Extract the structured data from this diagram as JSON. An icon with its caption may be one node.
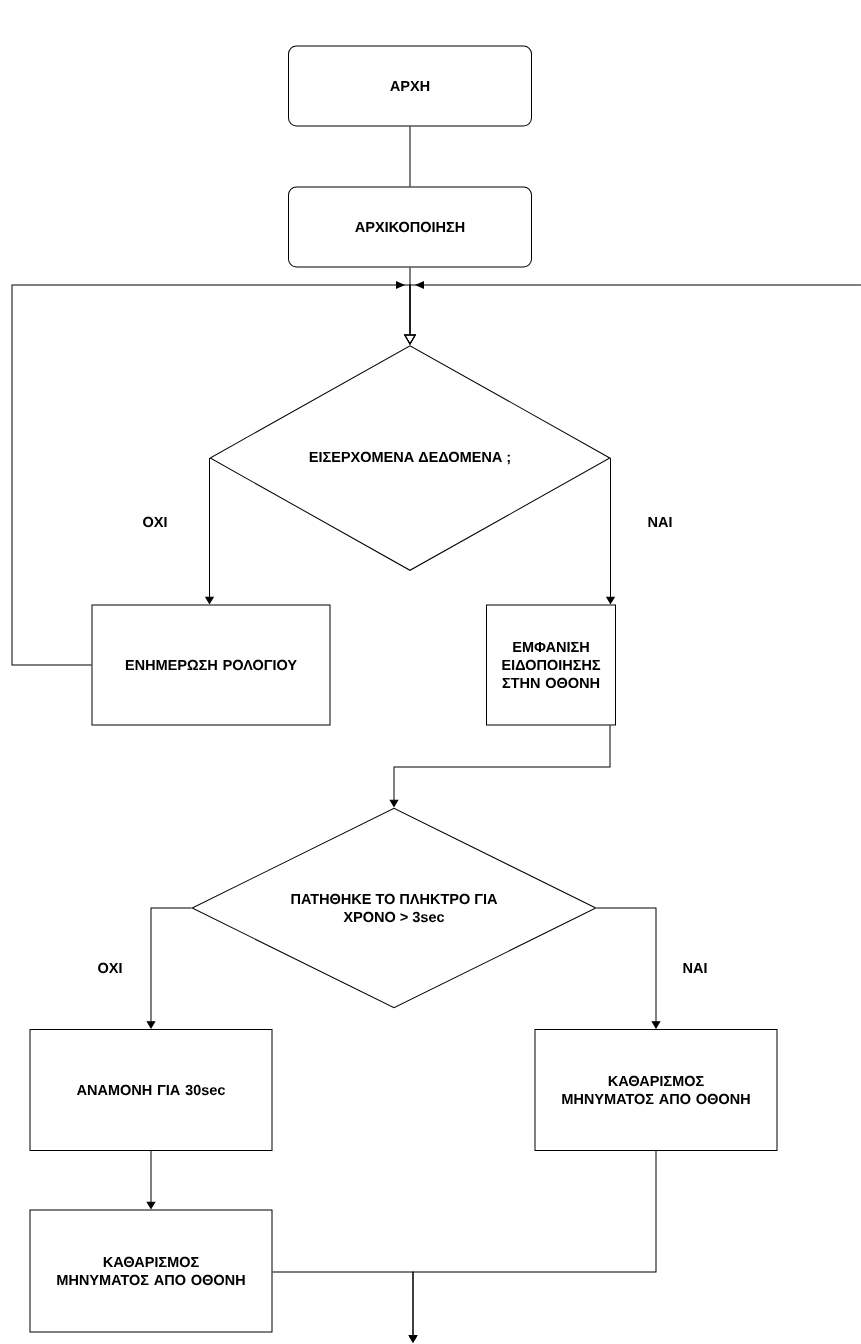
{
  "diagram": {
    "nodes": [
      {
        "text": [
          "ΑΡΧΗ"
        ]
      },
      {
        "text": [
          "ΑΡΧΙΚΟΠΟΙΗΣΗ"
        ]
      },
      {
        "text": [
          "ΕΙΣΕΡΧΟΜΕΝΑ ΔΕΔΟΜΕΝΑ ;"
        ]
      },
      {
        "text": [
          "ΕΝΗΜΕΡΩΣΗ ΡΟΛΟΓΙΟΥ"
        ]
      },
      {
        "text": [
          "ΕΜΦΑΝΙΣΗ ΕΙΔΟΠΟΙΗΣΗΣ ΣΤΗΝ ΟΘΟΝΗ"
        ]
      },
      {
        "text": [
          "ΠΑΤΗΘΗΚΕ ΤΟ ΠΛΗΚΤΡΟ ΓΙΑ ΧΡΟΝΟ > 3sec"
        ]
      },
      {
        "text": [
          "ΑΝΑΜΟΝΗ ΓΙΑ 30sec"
        ]
      },
      {
        "text": [
          "ΚΑΘΑΡΙΣΜΟΣ ΜΗΝΥΜΑΤΟΣ ΑΠΟ ΟΘΟΝΗ"
        ]
      },
      {
        "text": [
          "ΚΑΘΑΡΙΣΜΟΣ ΜΗΝΥΜΑΤΟΣ ΑΠΟ ΟΘΟΝΗ"
        ]
      }
    ],
    "edges": [
      {
        "from": 0,
        "to": 1,
        "arrow": "none"
      },
      {
        "from": 1,
        "to": 2,
        "arrow": "to"
      },
      {
        "from": 3,
        "to": 2,
        "arrow": "to"
      },
      {
        "from": null,
        "to": 2,
        "arrow": "to"
      },
      {
        "from": 2,
        "to": 3,
        "arrow": "to",
        "label": "ΟΧΙ"
      },
      {
        "from": 2,
        "to": 4,
        "arrow": "to",
        "label": "ΝΑΙ"
      },
      {
        "from": 4,
        "to": 5,
        "arrow": "to"
      },
      {
        "from": 5,
        "to": 6,
        "arrow": "to",
        "label": "ΟΧΙ"
      },
      {
        "from": 5,
        "to": 7,
        "arrow": "to",
        "label": "ΝΑΙ"
      },
      {
        "from": 6,
        "to": 8,
        "arrow": "to"
      },
      {
        "from": 7,
        "to": null,
        "arrow": "to"
      },
      {
        "from": 8,
        "to": null,
        "arrow": "to"
      }
    ]
  }
}
